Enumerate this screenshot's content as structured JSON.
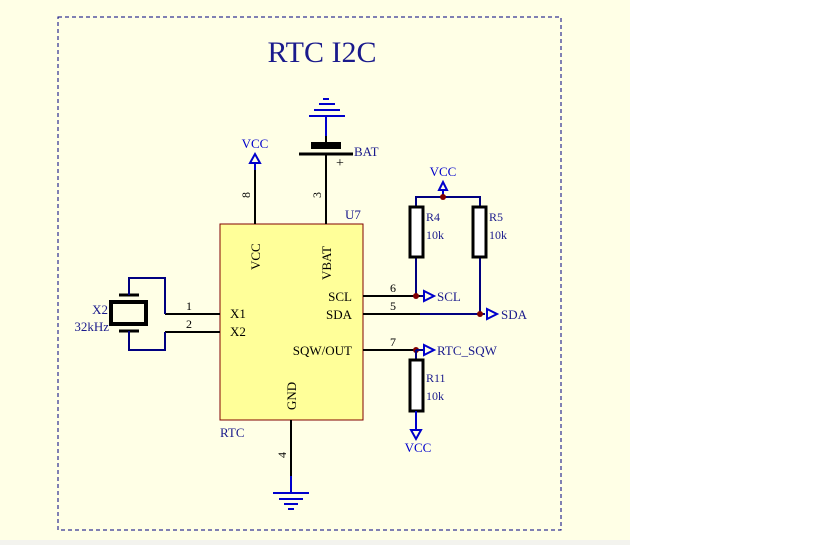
{
  "sheet": {
    "title": "RTC I2C",
    "colors": {
      "background": "#ffffe6",
      "wire": "#000080",
      "pin": "#000000",
      "label": "#1a1a8c",
      "power": "#0000cc",
      "junction": "#800000",
      "chip_fill": "#ffff99",
      "chip_border": "#800000"
    }
  },
  "chip": {
    "designator": "U7",
    "comment": "RTC",
    "pins": [
      {
        "number": "8",
        "name": "VCC"
      },
      {
        "number": "3",
        "name": "VBAT"
      },
      {
        "number": "1",
        "name": "X1"
      },
      {
        "number": "2",
        "name": "X2"
      },
      {
        "number": "6",
        "name": "SCL"
      },
      {
        "number": "5",
        "name": "SDA"
      },
      {
        "number": "7",
        "name": "SQW/OUT"
      },
      {
        "number": "4",
        "name": "GND"
      }
    ]
  },
  "crystal": {
    "designator": "X2",
    "value": "32kHz"
  },
  "battery": {
    "designator": "BAT",
    "polarity": "+"
  },
  "resistors": [
    {
      "designator": "R4",
      "value": "10k"
    },
    {
      "designator": "R5",
      "value": "10k"
    },
    {
      "designator": "R11",
      "value": "10k"
    }
  ],
  "power_ports": {
    "vcc_chip": "VCC",
    "vcc_pullup": "VCC",
    "vcc_r11": "VCC"
  },
  "net_ports": {
    "scl": "SCL",
    "sda": "SDA",
    "sqw": "RTC_SQW"
  }
}
